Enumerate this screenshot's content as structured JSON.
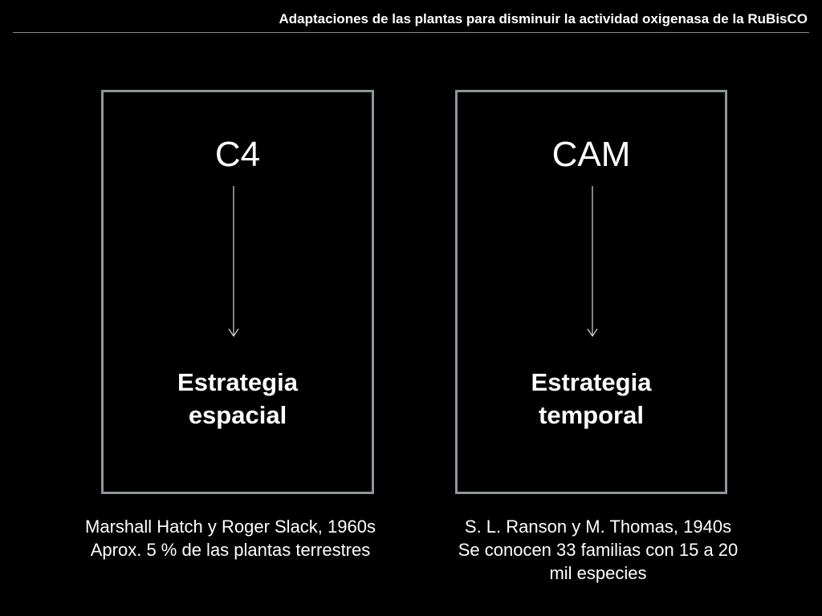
{
  "slide": {
    "title": "Adaptaciones de las plantas para disminuir la actividad oxigenasa de la RuBisCO"
  },
  "colors": {
    "background": "#000000",
    "text": "#ffffff",
    "panel_border": "#8c9799",
    "header_rule": "#8a8a8a"
  },
  "panels": [
    {
      "heading": "C4",
      "arrow_icon": "down-arrow-icon",
      "strategy": [
        "Estrategia",
        "espacial"
      ],
      "caption": [
        "Marshall Hatch y Roger Slack, 1960s",
        "Aprox. 5 % de las plantas terrestres"
      ]
    },
    {
      "heading": "CAM",
      "arrow_icon": "down-arrow-icon",
      "strategy": [
        "Estrategia",
        "temporal"
      ],
      "caption": [
        "S. L. Ranson y M. Thomas, 1940s",
        "Se conocen 33 familias con 15 a 20",
        "mil especies"
      ]
    }
  ]
}
